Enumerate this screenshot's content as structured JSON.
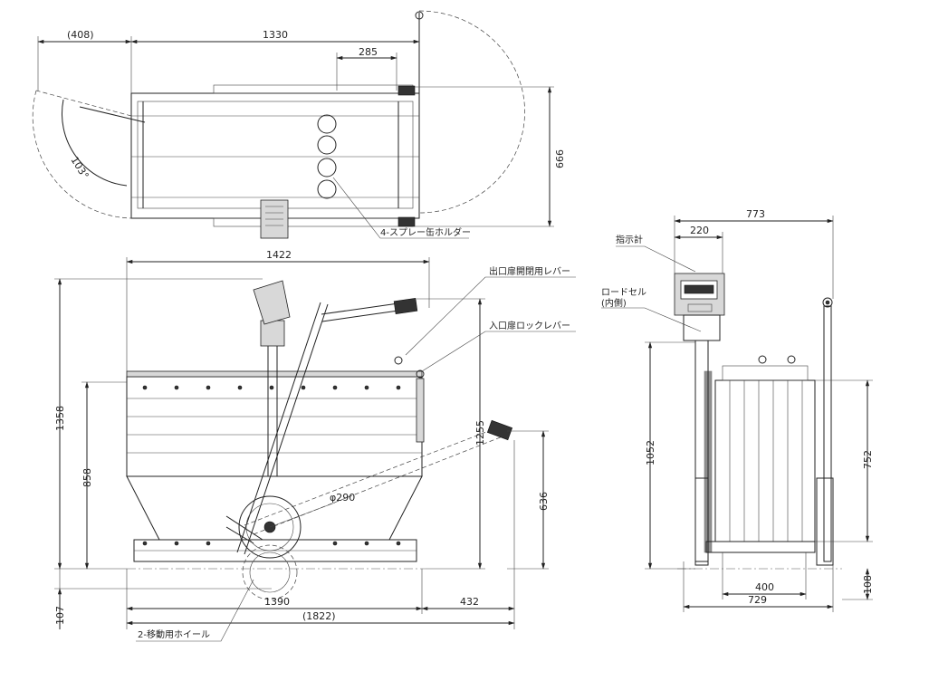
{
  "dimensions": {
    "top_door_offset": "(408)",
    "top_length": "1330",
    "top_holder_pitch": "285",
    "top_width": "666",
    "top_angle": "103°",
    "front_length": "1422",
    "front_height": "1358",
    "front_body_height": "858",
    "front_lever_height": "1255",
    "front_handle_height": "636",
    "front_wheel_dia": "φ290",
    "front_base_length": "1390",
    "front_handle_ext": "432",
    "front_total_length": "(1822)",
    "front_ground_clear": "107",
    "side_total_width": "773",
    "side_display_offset": "220",
    "side_total_height": "1052",
    "side_body_height": "752",
    "side_inner_width": "400",
    "side_base_width": "729",
    "side_wheel_offset": "108"
  },
  "labels": {
    "spray_holder": "4-スプレー缶ホルダー",
    "exit_door_lever": "出口扉開閉用レバー",
    "entry_door_lock_lever": "入口扉ロックレバー",
    "indicator": "指示計",
    "load_cell_line1": "ロードセル",
    "load_cell_line2": "(内側)",
    "moving_wheel": "2-移動用ホイール"
  },
  "icons": [
    "weight-indicator-icon",
    "wheel-icon",
    "load-cell-icon"
  ]
}
